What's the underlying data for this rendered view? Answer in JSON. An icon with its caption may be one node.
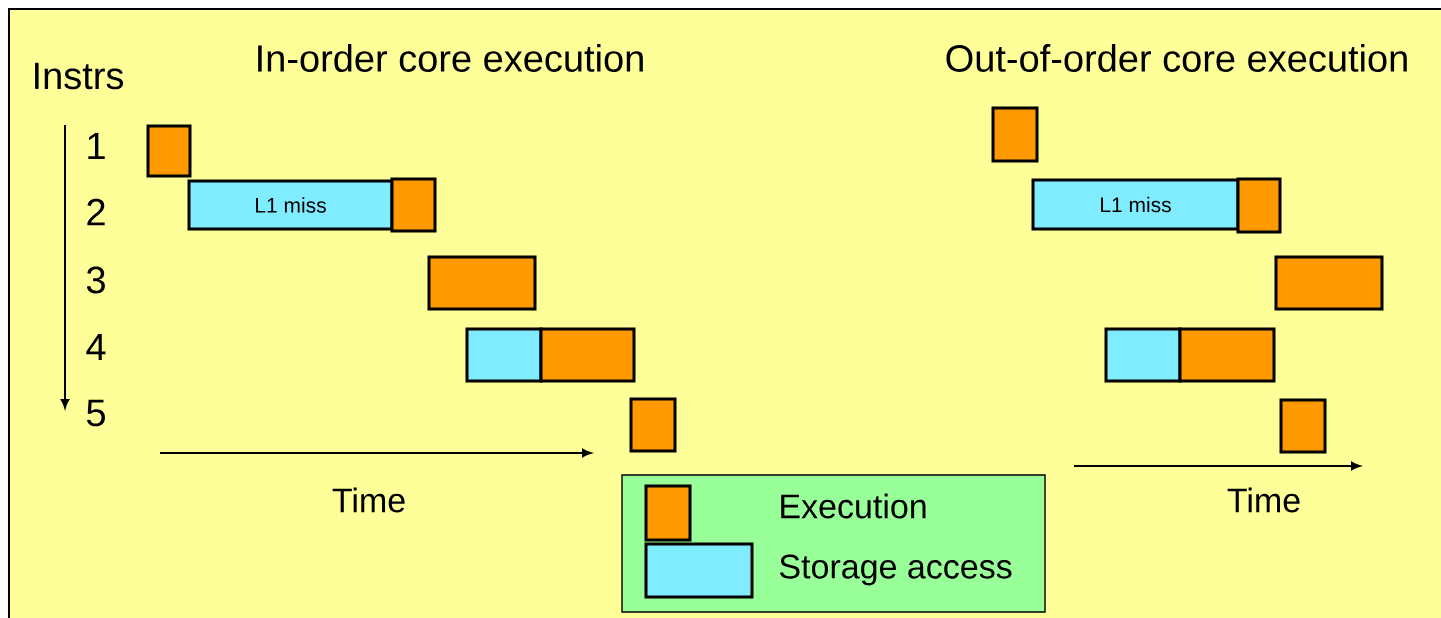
{
  "diagram": {
    "nodes": [
      {
        "text": [],
        "shape": "box"
      },
      {
        "text": [
          "L1 miss"
        ]
      },
      {
        "text": [],
        "shape": "box"
      },
      {
        "text": [],
        "shape": "box"
      },
      {
        "text": [],
        "shape": "box"
      },
      {
        "text": [],
        "shape": "box"
      },
      {
        "text": [],
        "shape": "box"
      },
      {
        "text": [],
        "shape": "box"
      },
      {
        "text": [
          "L1 miss"
        ]
      },
      {
        "text": [],
        "shape": "box"
      },
      {
        "text": [],
        "shape": "box"
      },
      {
        "text": [],
        "shape": "box"
      },
      {
        "text": [],
        "shape": "box"
      },
      {
        "text": [],
        "shape": "box"
      }
    ],
    "labels": [
      "In-order core execution",
      "Out-of-order core execution",
      "Instrs",
      "1",
      "2",
      "3",
      "4",
      "5",
      "Time",
      "Time"
    ],
    "legend": [
      {
        "text": "Execution",
        "color": "#ff9900"
      },
      {
        "text": "Storage access",
        "color": "#80ecff"
      }
    ]
  }
}
